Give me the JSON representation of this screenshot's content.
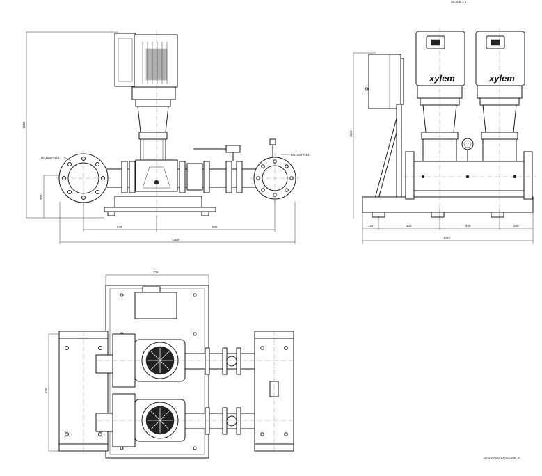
{
  "scale_label": "SCALE 1:1",
  "drawing_code": "GHV20-92SVX02G15E_4",
  "front_view": {
    "dim_height_total": "1338",
    "dim_axis_height": "300",
    "dim_left": "529",
    "dim_right": "846",
    "dim_total": "1089",
    "flange_left_label": "DN150/PN16",
    "flange_right_label": "DN150/PN16"
  },
  "side_view": {
    "dim_height": "1146",
    "dim_a": "136",
    "dim_b": "400",
    "dim_c": "440",
    "dim_d": "260",
    "dim_total": "1235",
    "brand_left": "xylem",
    "brand_right": "xylem"
  },
  "top_view": {
    "dim_width": "739",
    "dim_depth": "620"
  }
}
